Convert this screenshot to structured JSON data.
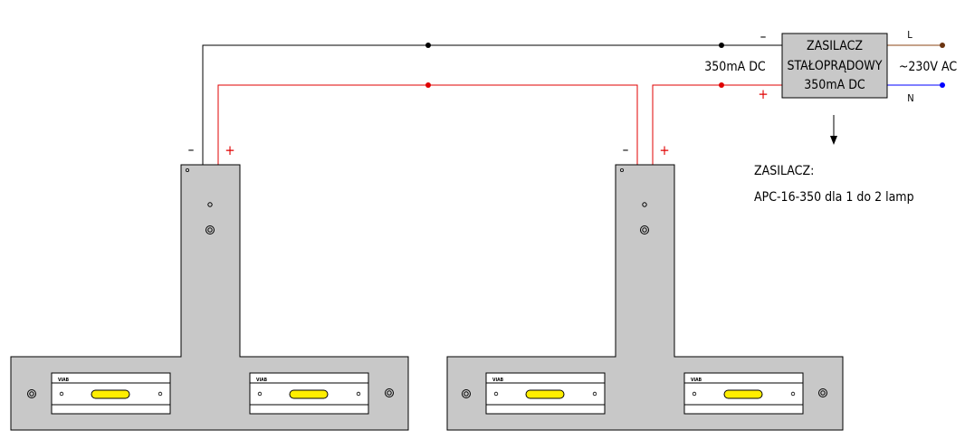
{
  "colors": {
    "background": "#ffffff",
    "wire_negative": "#000000",
    "wire_positive": "#e00000",
    "wire_live": "#8b4513",
    "wire_neutral": "#0000ff",
    "lamp_body": "#c8c8c8",
    "lamp_outline": "#000000",
    "led": "#ffee00"
  },
  "power_supply": {
    "line1": "ZASILACZ",
    "line2": "STAŁOPRĄDOWY",
    "line3": "350mA  DC",
    "input_label": "~230V  AC",
    "output_label": "350mA  DC",
    "live_label": "L",
    "neutral_label": "N",
    "minus_label": "–",
    "plus_label": "+"
  },
  "lamps": [
    {
      "id": "lamp-1",
      "minus_label": "–",
      "plus_label": "+",
      "module_brand": "VIAB"
    },
    {
      "id": "lamp-2",
      "minus_label": "–",
      "plus_label": "+",
      "module_brand": "VIAB"
    }
  ],
  "note": {
    "title": "ZASILACZ:",
    "detail": "APC-16-350  dla  1  do  2  lamp"
  }
}
